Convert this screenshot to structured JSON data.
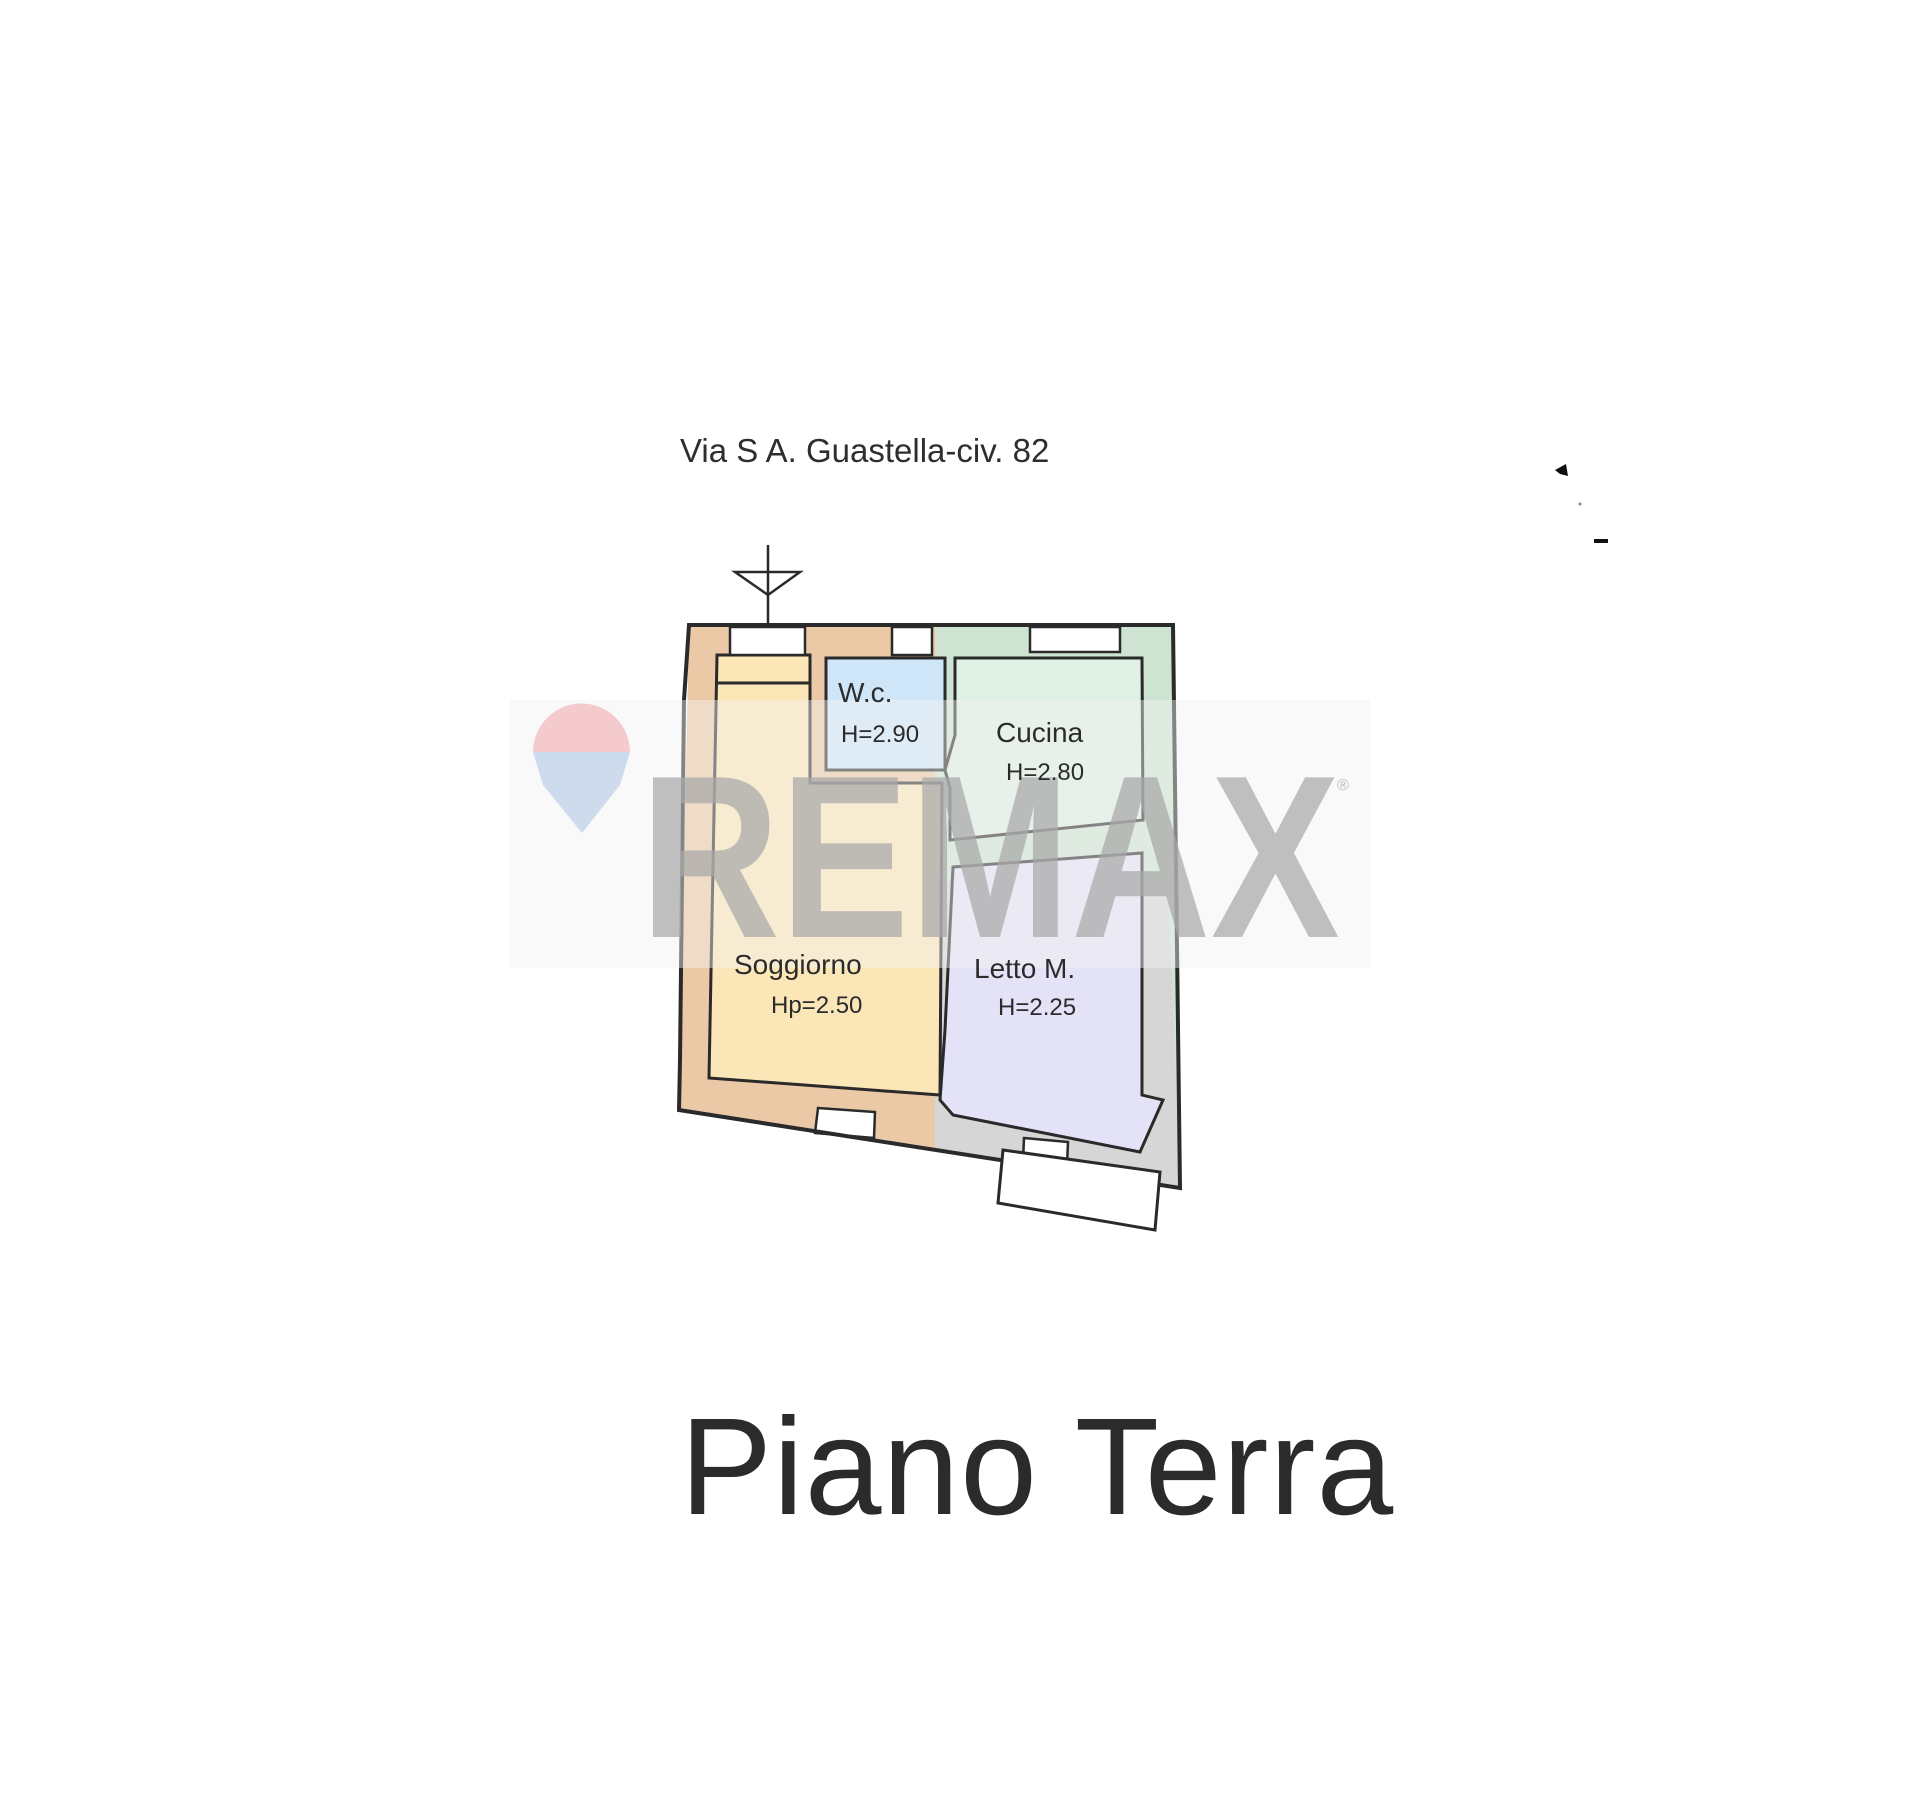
{
  "address": "Via S A. Guastella-civ. 82",
  "floor_title": "Piano Terra",
  "watermark": {
    "brand": "RE/MAX",
    "text": "REMAX",
    "registered": "®"
  },
  "rooms": [
    {
      "name": "W.c.",
      "height": "H=2.90",
      "color": "#cfe6f8"
    },
    {
      "name": "Cucina",
      "height": "H=2.80",
      "color": "#d5ecdc"
    },
    {
      "name": "Soggiorno",
      "height": "Hp=2.50",
      "color": "#fbe6b8"
    },
    {
      "name": "Letto M.",
      "height": "H=2.25",
      "color": "#e4e2f6"
    }
  ],
  "colors": {
    "wall_left": "#ecc9a6",
    "wall_right_green": "#cfe3d2",
    "wall_grey": "#d6d6d6",
    "outline": "#2a2a2a",
    "watermark_text": "#b9b9b9"
  }
}
